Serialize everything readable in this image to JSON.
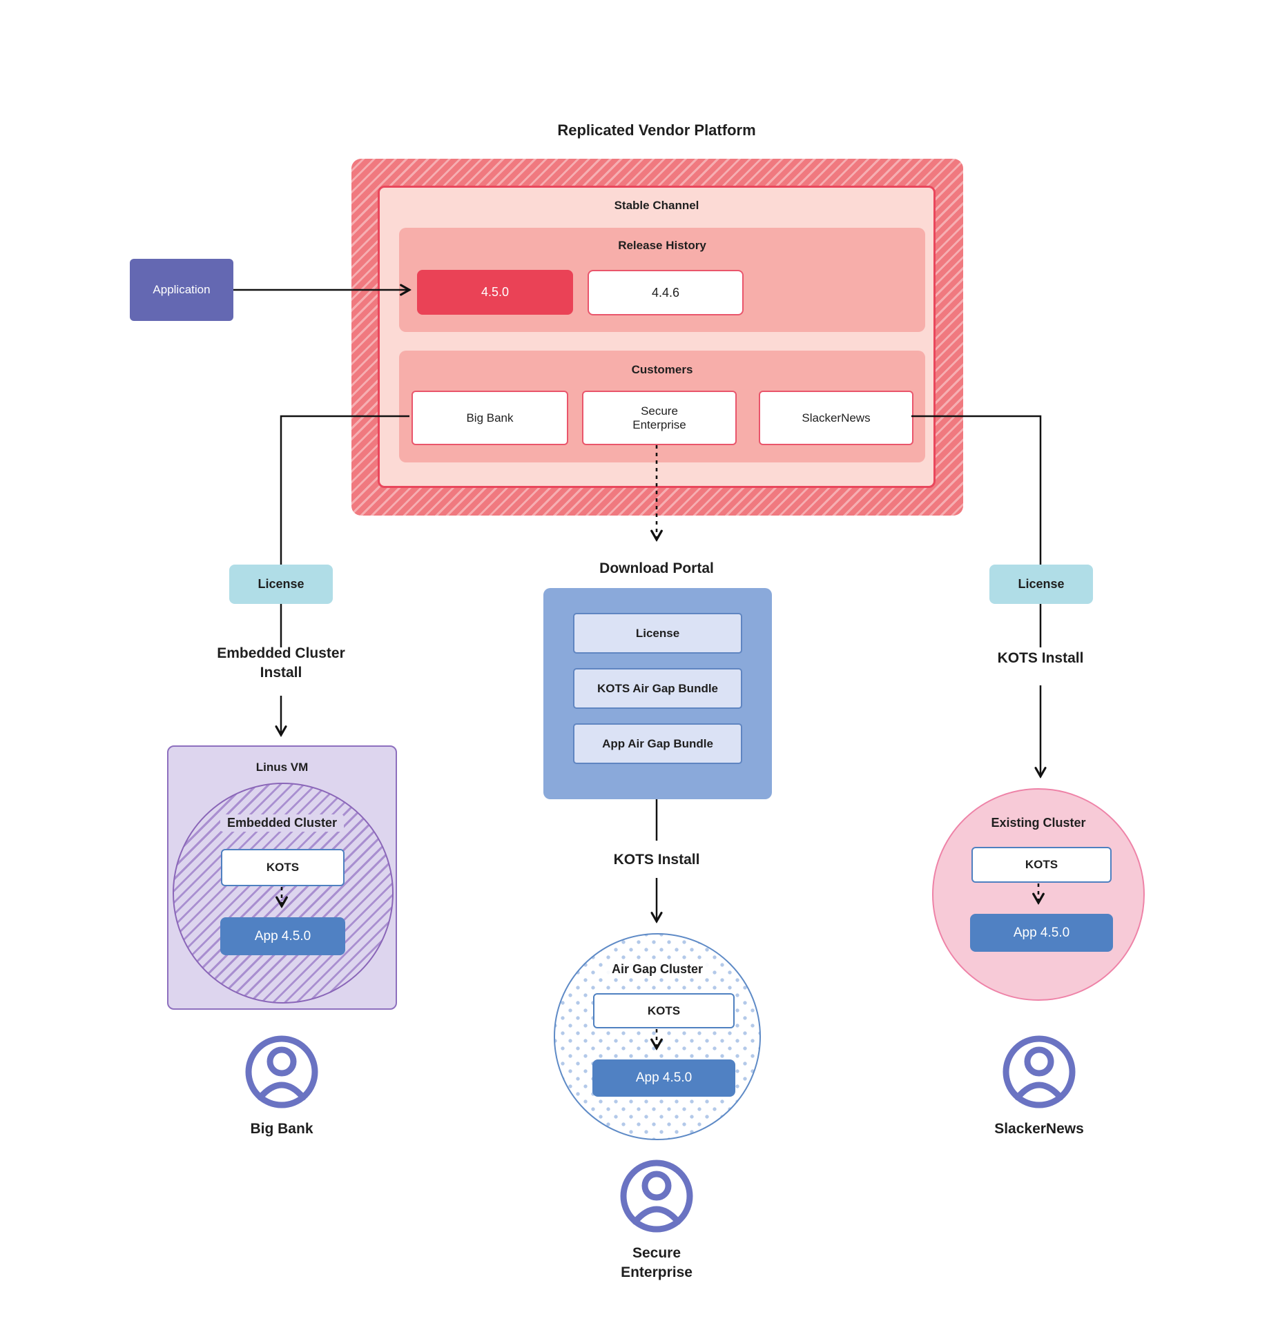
{
  "title": "Replicated Vendor Platform",
  "application_label": "Application",
  "platform": {
    "stable_channel_label": "Stable Channel",
    "release_history_label": "Release History",
    "releases": [
      {
        "version": "4.5.0",
        "highlighted": true
      },
      {
        "version": "4.4.6",
        "highlighted": false
      }
    ],
    "customers_label": "Customers",
    "customers": [
      {
        "name": "Big Bank"
      },
      {
        "name": "Secure Enterprise"
      },
      {
        "name": "SlackerNews"
      }
    ]
  },
  "left_flow": {
    "license_label": "License",
    "install_label": "Embedded Cluster Install",
    "vm_label": "Linus VM",
    "cluster_label": "Embedded Cluster",
    "kots_label": "KOTS",
    "app_label": "App 4.5.0",
    "customer_label": "Big Bank"
  },
  "middle_flow": {
    "portal_label": "Download Portal",
    "portal_items": [
      "License",
      "KOTS Air Gap Bundle",
      "App Air Gap Bundle"
    ],
    "install_label": "KOTS Install",
    "cluster_label": "Air Gap Cluster",
    "kots_label": "KOTS",
    "app_label": "App 4.5.0",
    "customer_label": "Secure Enterprise"
  },
  "right_flow": {
    "license_label": "License",
    "install_label": "KOTS Install",
    "cluster_label": "Existing Cluster",
    "kots_label": "KOTS",
    "app_label": "App 4.5.0",
    "customer_label": "SlackerNews"
  },
  "colors": {
    "channel_hatch_red": "#f0797f",
    "channel_border_red": "#e9475c",
    "release_highlight_red": "#ea4256",
    "license_cyan": "#b0dde7",
    "application_purple": "#6468b2",
    "portal_blue": "#8aa9da",
    "app_box_blue": "#5081c3",
    "vm_purple": "#ddd5ee",
    "existing_cluster_pink": "#f7cad7",
    "airgap_dot_blue": "#b3c9e9",
    "person_icon_purple": "#6a73c2"
  }
}
